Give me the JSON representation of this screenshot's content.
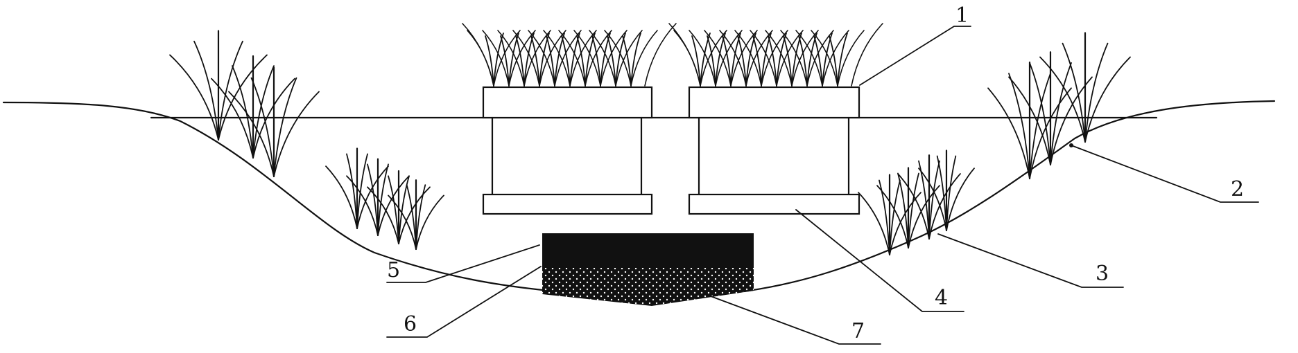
{
  "labels": [
    {
      "id": "label-1",
      "text": "1"
    },
    {
      "id": "label-2",
      "text": "2"
    },
    {
      "id": "label-3",
      "text": "3"
    },
    {
      "id": "label-4",
      "text": "4"
    },
    {
      "id": "label-5",
      "text": "5"
    },
    {
      "id": "label-6",
      "text": "6"
    },
    {
      "id": "label-7",
      "text": "7"
    }
  ],
  "colors": {
    "ink": "#111111",
    "background": "#ffffff"
  }
}
